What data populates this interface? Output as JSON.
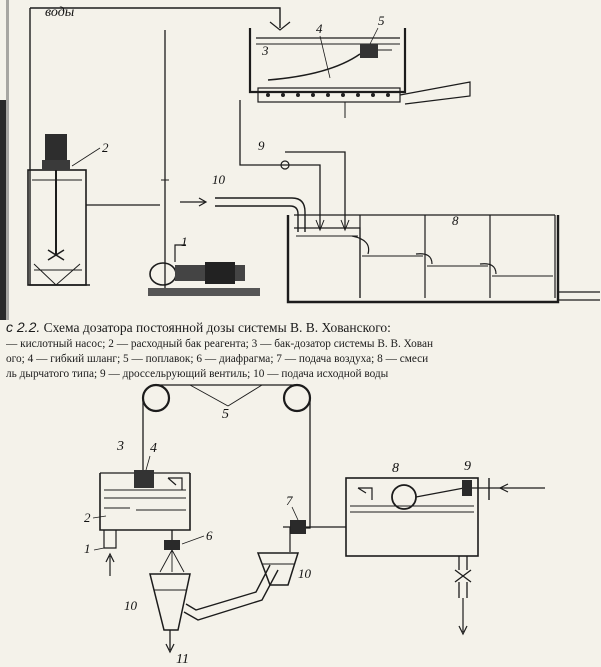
{
  "figure_top": {
    "water_label": "воды",
    "labels": [
      "1",
      "2",
      "3",
      "4",
      "5",
      "8",
      "9",
      "10"
    ]
  },
  "caption": {
    "fig_num": "с 2.2.",
    "title": "Схема дозатора постоянной дозы системы В. В. Хованского:",
    "lines": [
      "— кислотный насос; 2 — расходный бак реагента; 3 — бак-дозатор системы В. В. Хован",
      "ого; 4 — гибкий шланг; 5 — поплавок; 6 — диафрагма; 7 — подача воздуха; 8 — смеси",
      "ль дырчатого типа; 9 — дроссельрующий вентиль; 10 — подача исходной воды"
    ]
  },
  "figure_bottom": {
    "labels": [
      "3",
      "4",
      "5",
      "2",
      "1",
      "6",
      "7",
      "8",
      "9",
      "10",
      "10",
      "11"
    ]
  }
}
